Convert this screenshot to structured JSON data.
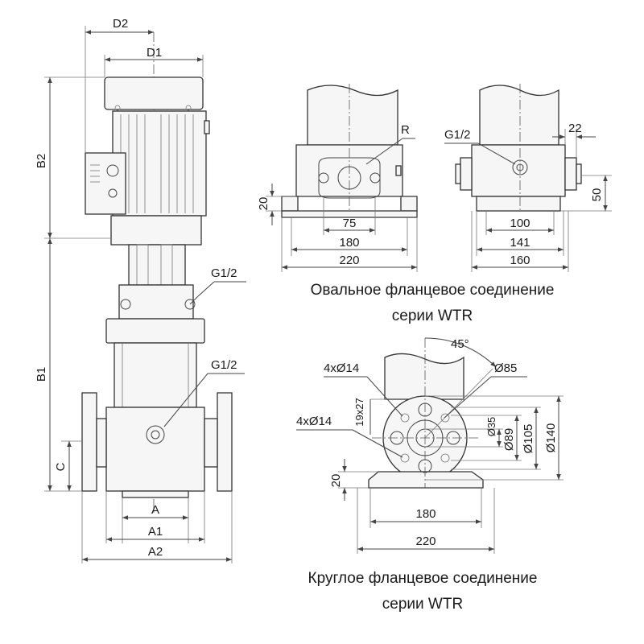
{
  "main_view": {
    "labels": {
      "d2": "D2",
      "d1": "D1",
      "b2": "B2",
      "b1": "B1",
      "c": "C",
      "a": "A",
      "a1": "A1",
      "a2": "A2",
      "g_top": "G1/2",
      "g_mid": "G1/2"
    }
  },
  "oval_flange_front": {
    "labels": {
      "r": "R",
      "h20": "20",
      "w75": "75",
      "w180": "180",
      "w220": "220"
    }
  },
  "oval_flange_side": {
    "labels": {
      "g": "G1/2",
      "w22": "22",
      "h50": "50",
      "w100": "100",
      "w141": "141",
      "w160": "160"
    }
  },
  "oval_caption": {
    "line1": "Овальное фланцевое соединение",
    "line2": "серии WTR"
  },
  "round_flange": {
    "labels": {
      "angle": "45°",
      "holes_top": "4xØ14",
      "holes_left": "4xØ14",
      "d85": "Ø85",
      "thread": "19x27",
      "d35": "Ø35",
      "d89": "Ø89",
      "d105": "Ø105",
      "d140": "Ø140",
      "h20": "20",
      "w180": "180",
      "w220": "220"
    }
  },
  "round_caption": {
    "line1": "Круглое фланцевое соединение",
    "line2": "серии WTR"
  },
  "colors": {
    "line": "#444444",
    "text": "#1a1a1a",
    "background": "#ffffff"
  }
}
